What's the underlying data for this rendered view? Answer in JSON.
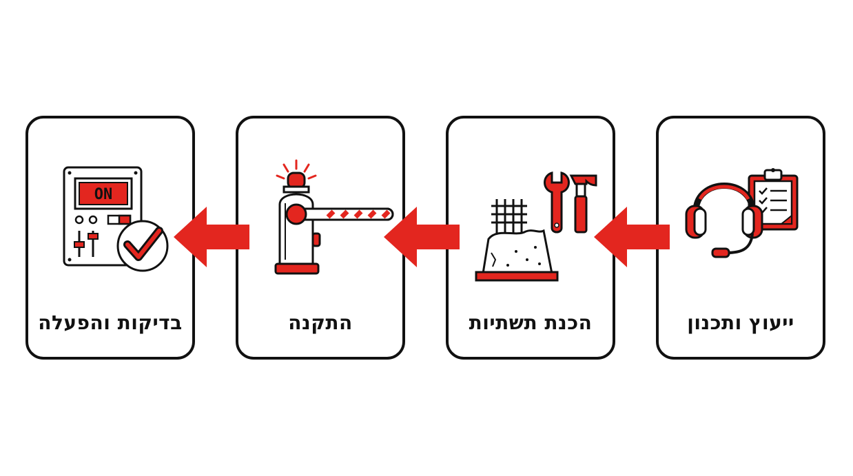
{
  "colors": {
    "accent": "#e3261f",
    "ink": "#111111",
    "background": "#ffffff"
  },
  "steps": [
    {
      "label": "ייעוץ ותכנון",
      "icon": "headset-clipboard-icon"
    },
    {
      "label": "הכנת תשתיות",
      "icon": "foundation-tools-icon"
    },
    {
      "label": "התקנה",
      "icon": "barrier-gate-icon"
    },
    {
      "label": "בדיקות והפעלה",
      "icon": "control-panel-check-icon"
    }
  ],
  "panel": {
    "display_text": "ON"
  }
}
